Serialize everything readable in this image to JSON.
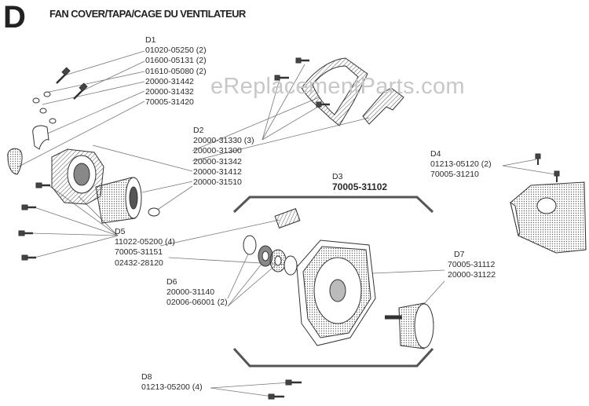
{
  "section_letter": "D",
  "title": "FAN COVER/TAPA/CAGE DU VENTILATEUR",
  "watermark": "eReplacementParts.com",
  "groups": {
    "d1": {
      "label": "D1",
      "parts": [
        "01020-05250 (2)",
        "01600-05131 (2)",
        "01610-05080 (2)",
        "20000-31442",
        "20000-31432",
        "70005-31420"
      ]
    },
    "d2": {
      "label": "D2",
      "parts": [
        "20000-31330 (3)",
        "20000-31300",
        "20000-31342",
        "20000-31412",
        "20000-31510"
      ]
    },
    "d3": {
      "label": "D3",
      "parts": [
        "70005-31102"
      ]
    },
    "d4": {
      "label": "D4",
      "parts": [
        "01213-05120 (2)",
        "70005-31210"
      ]
    },
    "d5": {
      "label": "D5",
      "parts": [
        "11022-05200  (4)",
        "70005-31151",
        "02432-28120"
      ]
    },
    "d6": {
      "label": "D6",
      "parts": [
        "20000-31140",
        "02006-06001 (2)"
      ]
    },
    "d7": {
      "label": "D7",
      "parts": [
        "70005-31112",
        "20000-31122"
      ]
    },
    "d8": {
      "label": "D8",
      "parts": [
        "01213-05200 (4)"
      ]
    }
  }
}
